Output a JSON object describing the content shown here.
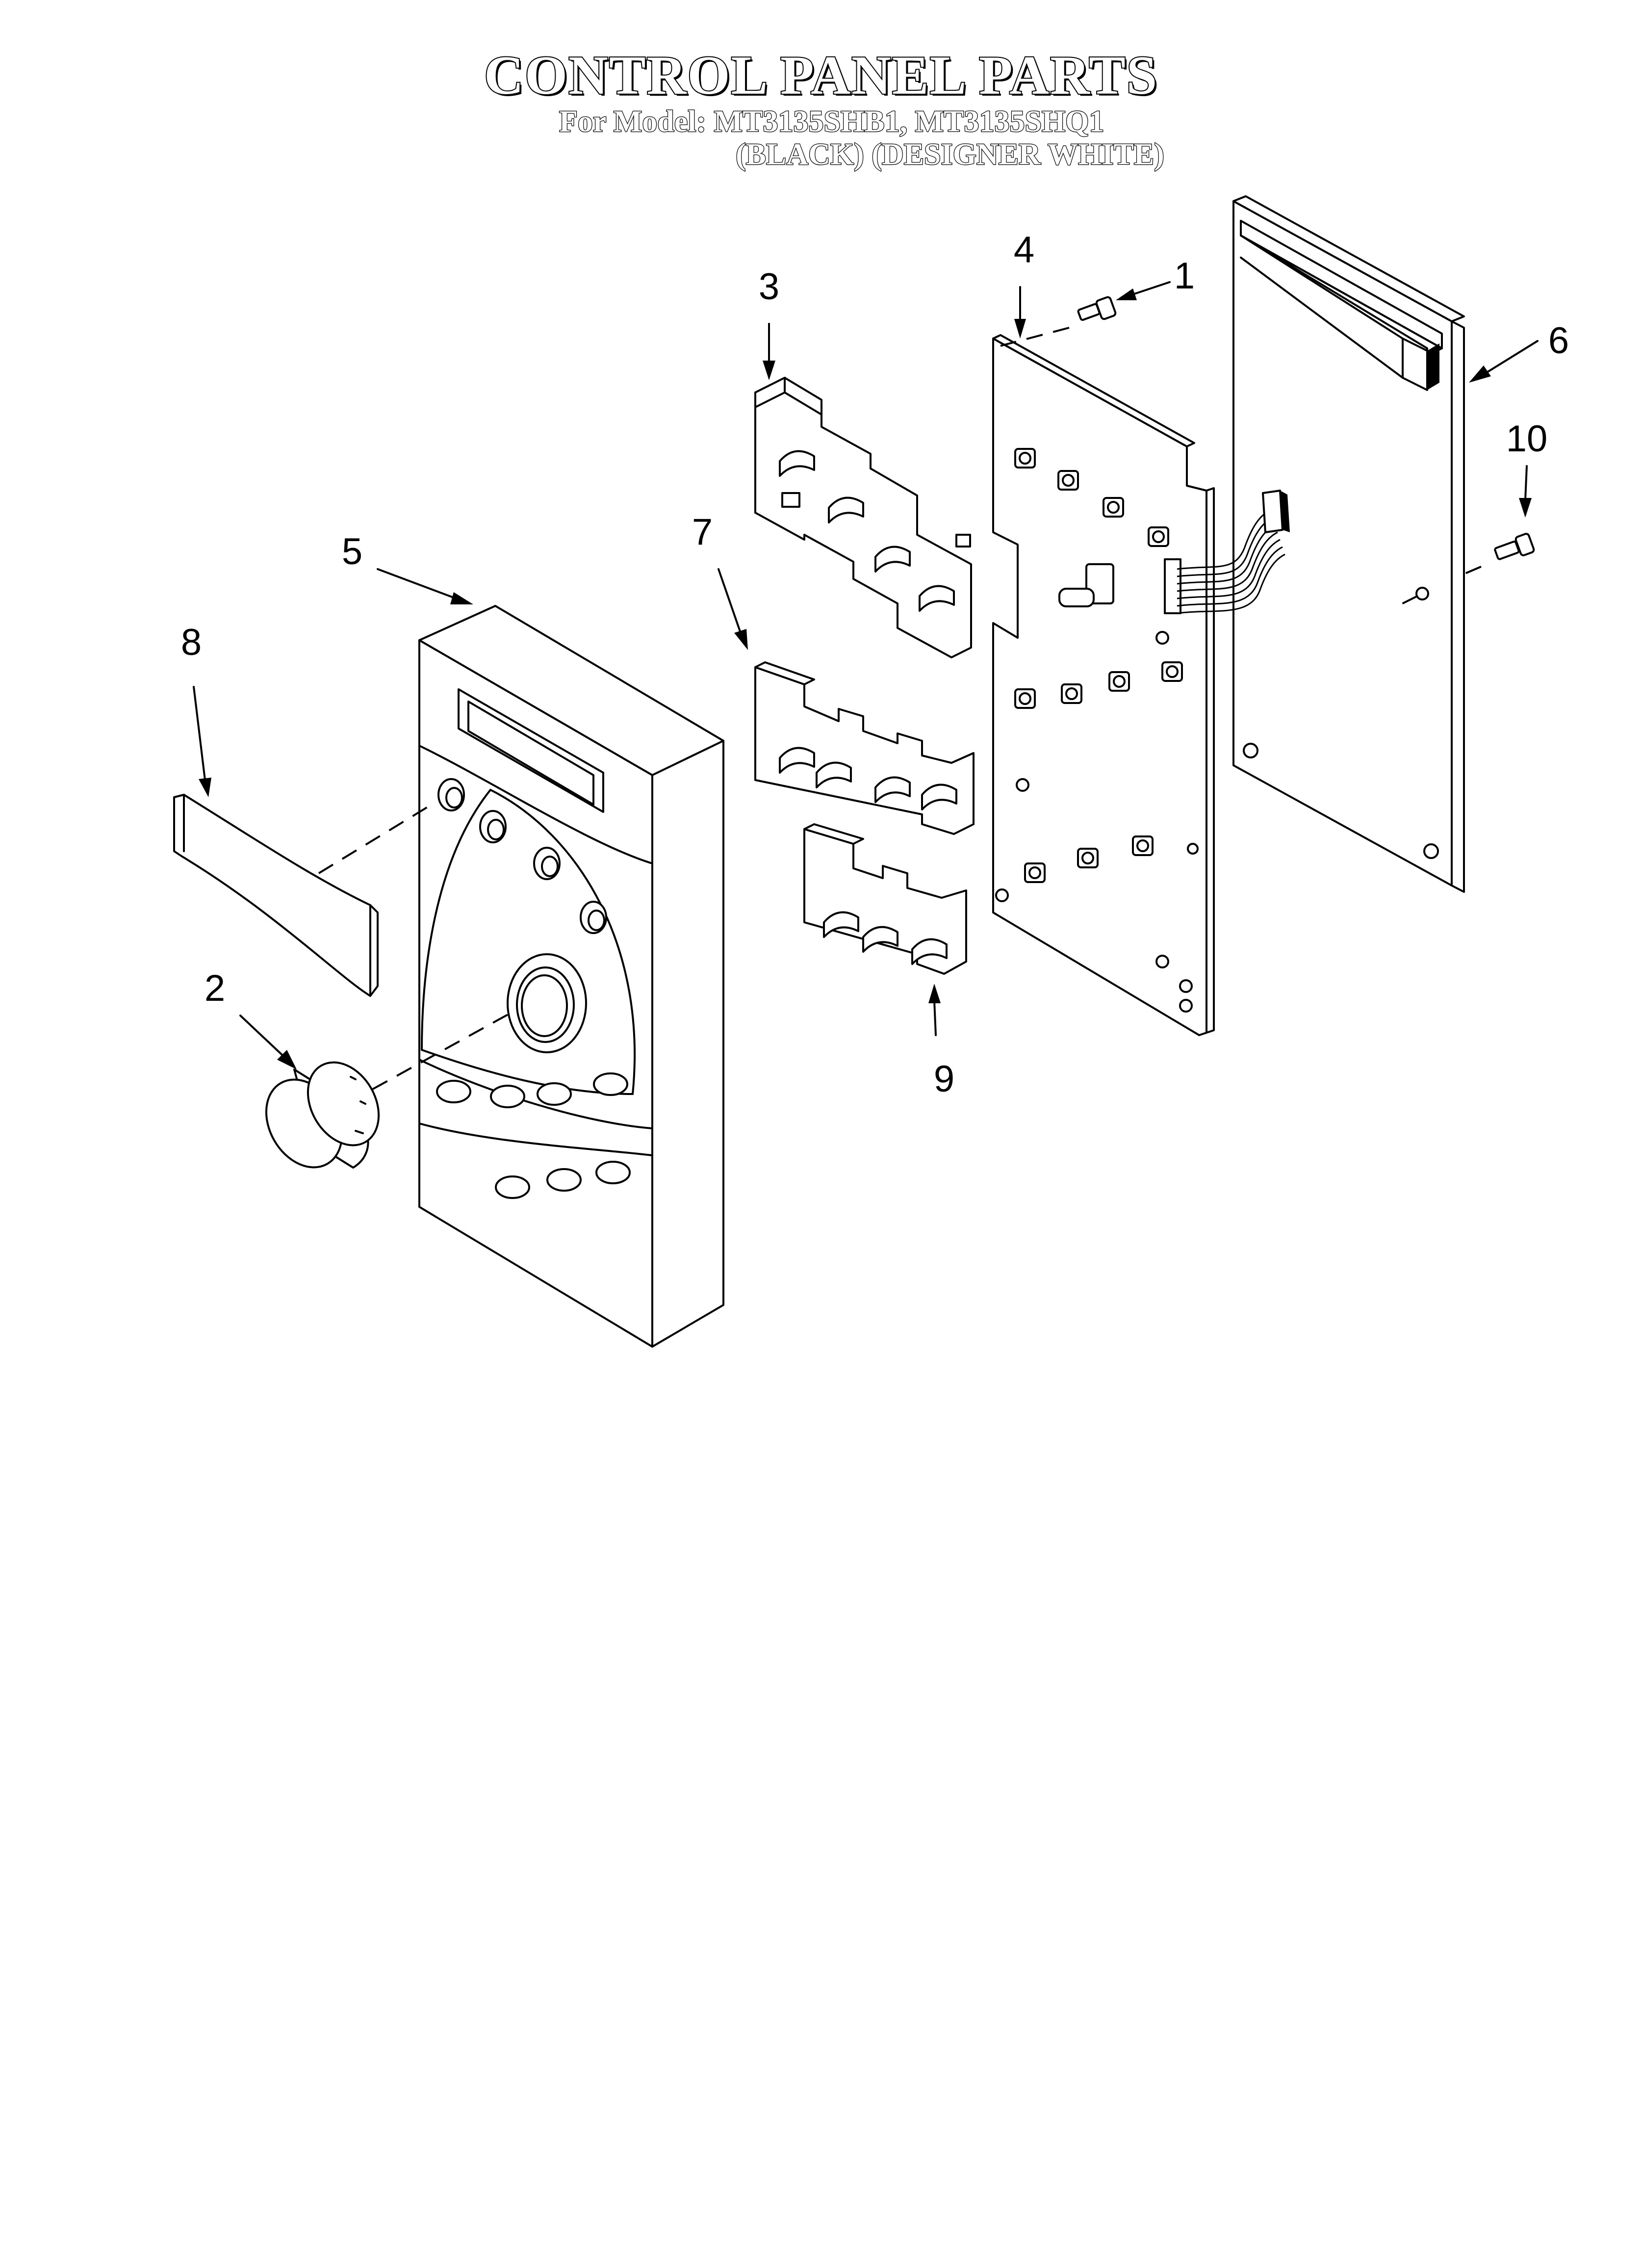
{
  "header": {
    "title": "CONTROL PANEL PARTS",
    "model_line": "For Model: MT3135SHB1, MT3135SHQ1",
    "variant_line": "(BLACK)  (DESIGNER WHITE)"
  },
  "callouts": {
    "c1": "1",
    "c2": "2",
    "c3": "3",
    "c4": "4",
    "c5": "5",
    "c6": "6",
    "c7": "7",
    "c8": "8",
    "c9": "9",
    "c10": "10"
  }
}
